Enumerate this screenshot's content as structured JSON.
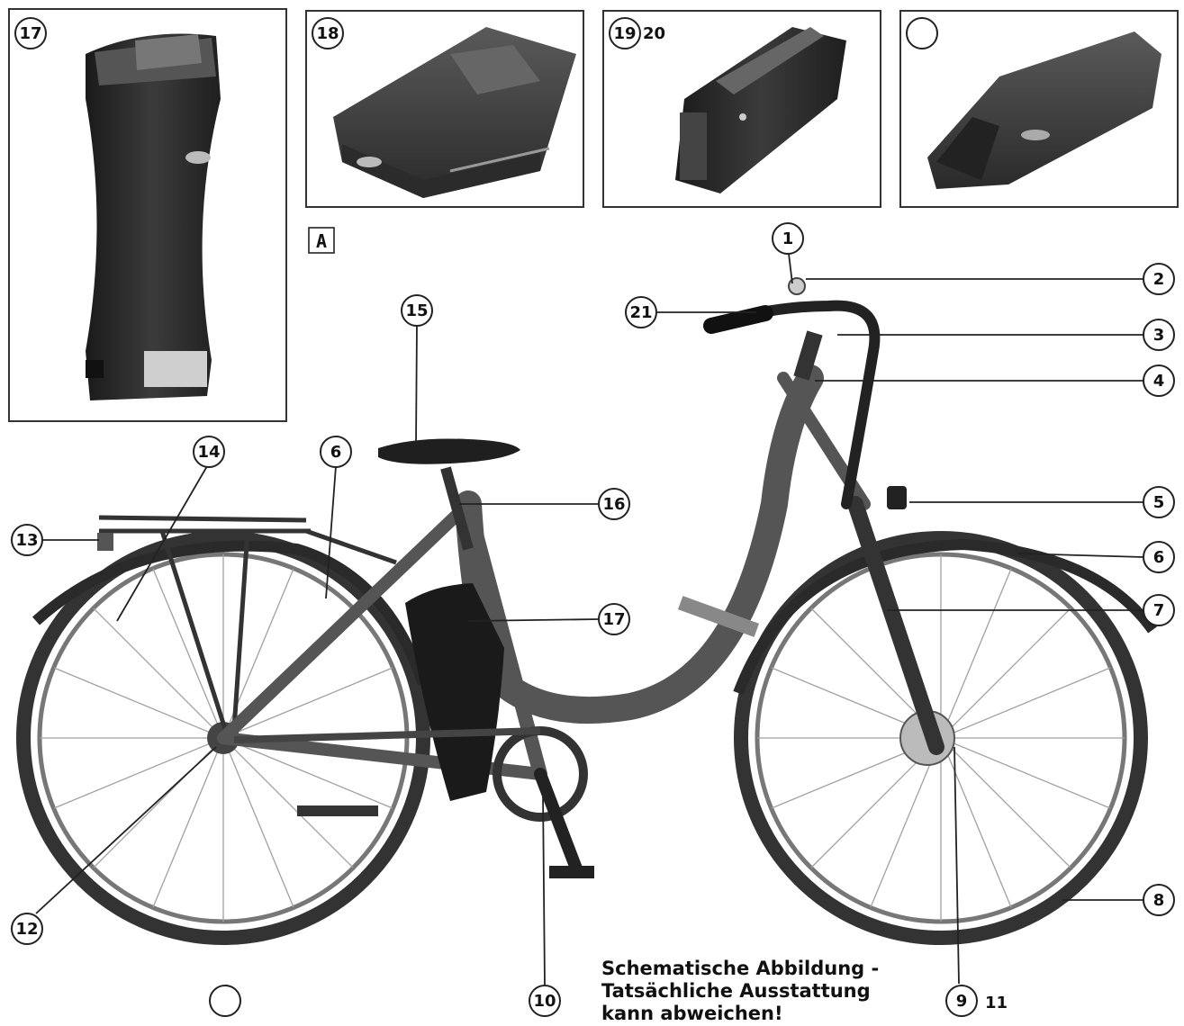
{
  "figure_label": "A",
  "panels": [
    {
      "id": "panel-battery-17",
      "callout": "17"
    },
    {
      "id": "panel-battery-18",
      "callout": "18"
    },
    {
      "id": "panel-battery-19-20",
      "callout": "19",
      "extra_label": "20"
    },
    {
      "id": "panel-battery-blank",
      "callout": ""
    }
  ],
  "callouts": [
    {
      "id": "1",
      "label": "1"
    },
    {
      "id": "2",
      "label": "2"
    },
    {
      "id": "3",
      "label": "3"
    },
    {
      "id": "4",
      "label": "4"
    },
    {
      "id": "5",
      "label": "5"
    },
    {
      "id": "6r",
      "label": "6"
    },
    {
      "id": "7",
      "label": "7"
    },
    {
      "id": "8",
      "label": "8"
    },
    {
      "id": "9",
      "label": "9",
      "extra_label": "11"
    },
    {
      "id": "10",
      "label": "10"
    },
    {
      "id": "12",
      "label": "12"
    },
    {
      "id": "13",
      "label": "13"
    },
    {
      "id": "14",
      "label": "14"
    },
    {
      "id": "6l",
      "label": "6"
    },
    {
      "id": "15",
      "label": "15"
    },
    {
      "id": "16",
      "label": "16"
    },
    {
      "id": "17",
      "label": "17"
    },
    {
      "id": "21",
      "label": "21"
    },
    {
      "id": "blank-bottom",
      "label": ""
    }
  ],
  "note": {
    "line1": "Schematische Abbildung -",
    "line2": "Tatsächliche Ausstattung",
    "line3": "kann abweichen!"
  },
  "colors": {
    "frame": "#555555",
    "dark_part": "#2a2a2a",
    "tire": "#333333",
    "spoke": "#9a9a9a"
  }
}
